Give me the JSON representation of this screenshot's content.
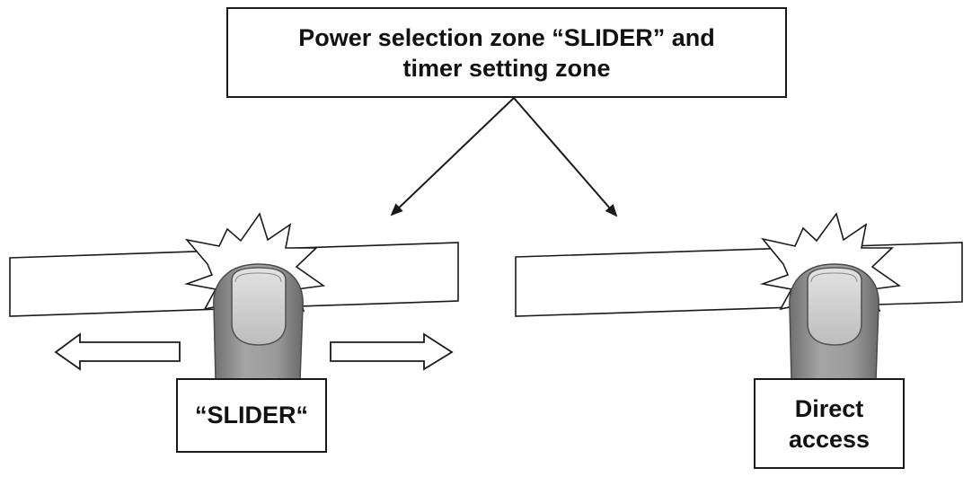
{
  "title": {
    "line1": "Power selection zone “SLIDER” and",
    "line2": "timer setting zone"
  },
  "slider_label": "“SLIDER“",
  "direct_access": {
    "line1": "Direct",
    "line2": "access"
  },
  "colors": {
    "line": "#1a1a1a",
    "finger_fill": "#8e8e8e",
    "finger_shadow": "#6a6a6a",
    "nail_fill": "#cfcfcf",
    "background": "#ffffff"
  }
}
